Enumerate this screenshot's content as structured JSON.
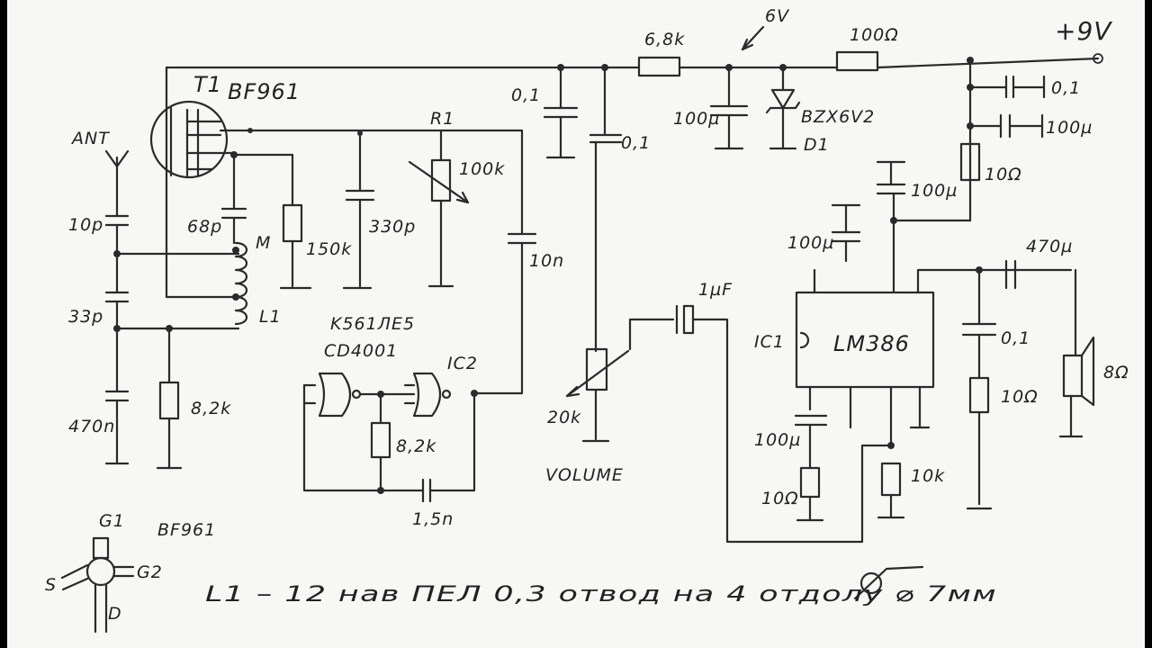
{
  "labels": {
    "t1": "T1",
    "t1_part": "BF961",
    "ant": "ANT",
    "c10p": "10p",
    "c33p": "33p",
    "c470n": "470n",
    "c68p": "68p",
    "mu": "M",
    "l1": "L1",
    "r8_2k_a": "8,2k",
    "r150k": "150k",
    "c330p": "330p",
    "r1": "R1",
    "r100k": "100k",
    "c10n": "10n",
    "k561": "K561ЛЕ5",
    "cd4001": "CD4001",
    "ic2": "IC2",
    "r8_2k_b": "8,2k",
    "c1_5n": "1,5n",
    "c0_1_a": "0,1",
    "c0_1_b": "0,1",
    "r6_8k": "6,8k",
    "v6": "6V",
    "c100u_a": "100µ",
    "zener": "BZX6V2",
    "d1": "D1",
    "r100ohm": "100Ω",
    "vplus": "+9V",
    "c0_1_c": "0,1",
    "c100u_b": "100µ",
    "r10ohm_a": "10Ω",
    "c100u_c": "100µ",
    "c100u_d": "100µ",
    "c1uf": "1µF",
    "ic1": "IC1",
    "lm386": "LM386",
    "c470u": "470µ",
    "c0_1_d": "0,1",
    "r10ohm_b": "10Ω",
    "spk": "8Ω",
    "r20k": "20k",
    "volume": "VOLUME",
    "c100u_e": "100µ",
    "r10ohm_c": "10Ω",
    "r10k": "10k",
    "pin_g1": "G1",
    "pin_g2": "G2",
    "pin_s": "S",
    "pin_d": "D",
    "pin_part": "BF961",
    "note": "L1 – 12 нав ПЕЛ 0,3 отвод на 4 отдолу ⌀ 7мм"
  }
}
